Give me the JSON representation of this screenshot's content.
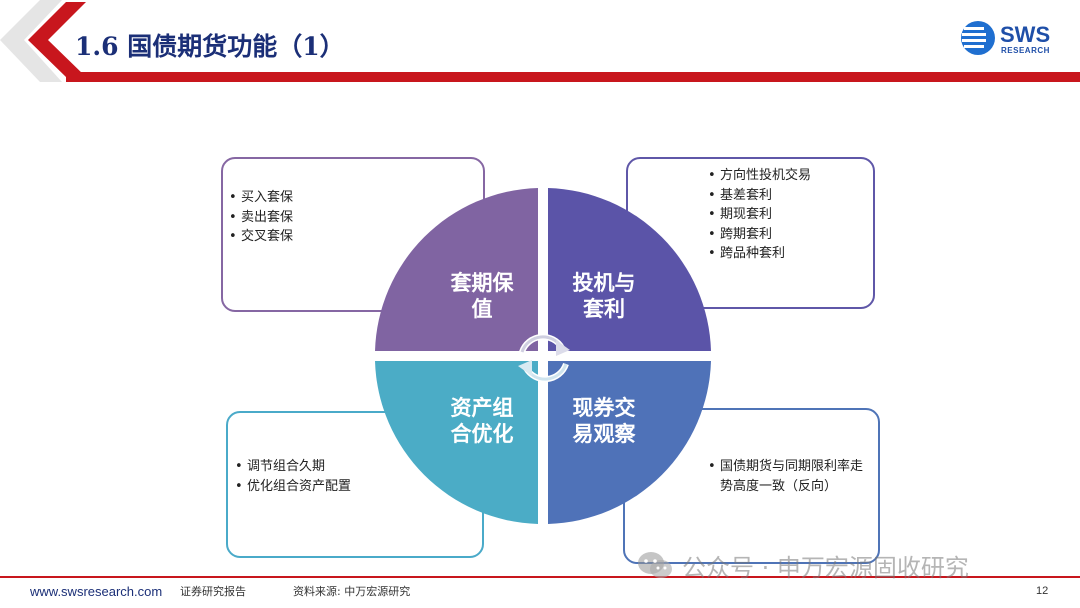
{
  "header": {
    "title": "1.6 国债期货功能（1）",
    "logo_text": "SWS",
    "logo_sub": "RESEARCH"
  },
  "quadrants": {
    "top_left": {
      "line1": "套期保",
      "line2": "值",
      "color": "#8064a2"
    },
    "top_right": {
      "line1": "投机与",
      "line2": "套利",
      "color": "#5b54a8"
    },
    "bottom_left": {
      "line1": "资产组",
      "line2": "合优化",
      "color": "#4bacc6"
    },
    "bottom_right": {
      "line1": "现券交",
      "line2": "易观察",
      "color": "#4f72b8"
    }
  },
  "boxes": {
    "top_left": {
      "items": [
        "买入套保",
        "卖出套保",
        "交叉套保"
      ]
    },
    "top_right": {
      "items": [
        "方向性投机交易",
        "基差套利",
        "期现套利",
        "跨期套利",
        "跨品种套利"
      ]
    },
    "bottom_left": {
      "items": [
        "调节组合久期",
        "优化组合资产配置"
      ]
    },
    "bottom_right": {
      "items": [
        "国债期货与同期限利率走势高度一致（反向）"
      ]
    }
  },
  "footer": {
    "url": "www.swsresearch.com",
    "report_type": "证券研究报告",
    "source": "资料来源: 中万宏源研究",
    "page": "12"
  },
  "watermark": {
    "text": "公众号 · 申万宏源固收研究"
  },
  "colors": {
    "accent_red": "#c8161d",
    "title_blue": "#1b2f77"
  }
}
